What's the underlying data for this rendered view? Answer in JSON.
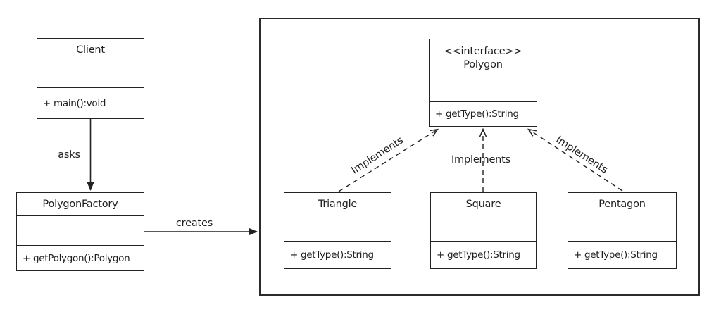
{
  "diagram": {
    "kind": "uml-class-diagram",
    "colors": {
      "line": "#222222",
      "background": "#ffffff"
    }
  },
  "classes": {
    "client": {
      "name": "Client",
      "method": "+ main():void"
    },
    "factory": {
      "name": "PolygonFactory",
      "method": "+ getPolygon():Polygon"
    },
    "polygon": {
      "stereotype": "<<interface>>",
      "name": "Polygon",
      "method": "+ getType():String"
    },
    "triangle": {
      "name": "Triangle",
      "method": "+ getType():String"
    },
    "square": {
      "name": "Square",
      "method": "+ getType():String"
    },
    "pentagon": {
      "name": "Pentagon",
      "method": "+ getType():String"
    }
  },
  "relations": {
    "asks": "asks",
    "creates": "creates",
    "implements_triangle": "Implements",
    "implements_square": "Implements",
    "implements_pentagon": "Implements"
  }
}
